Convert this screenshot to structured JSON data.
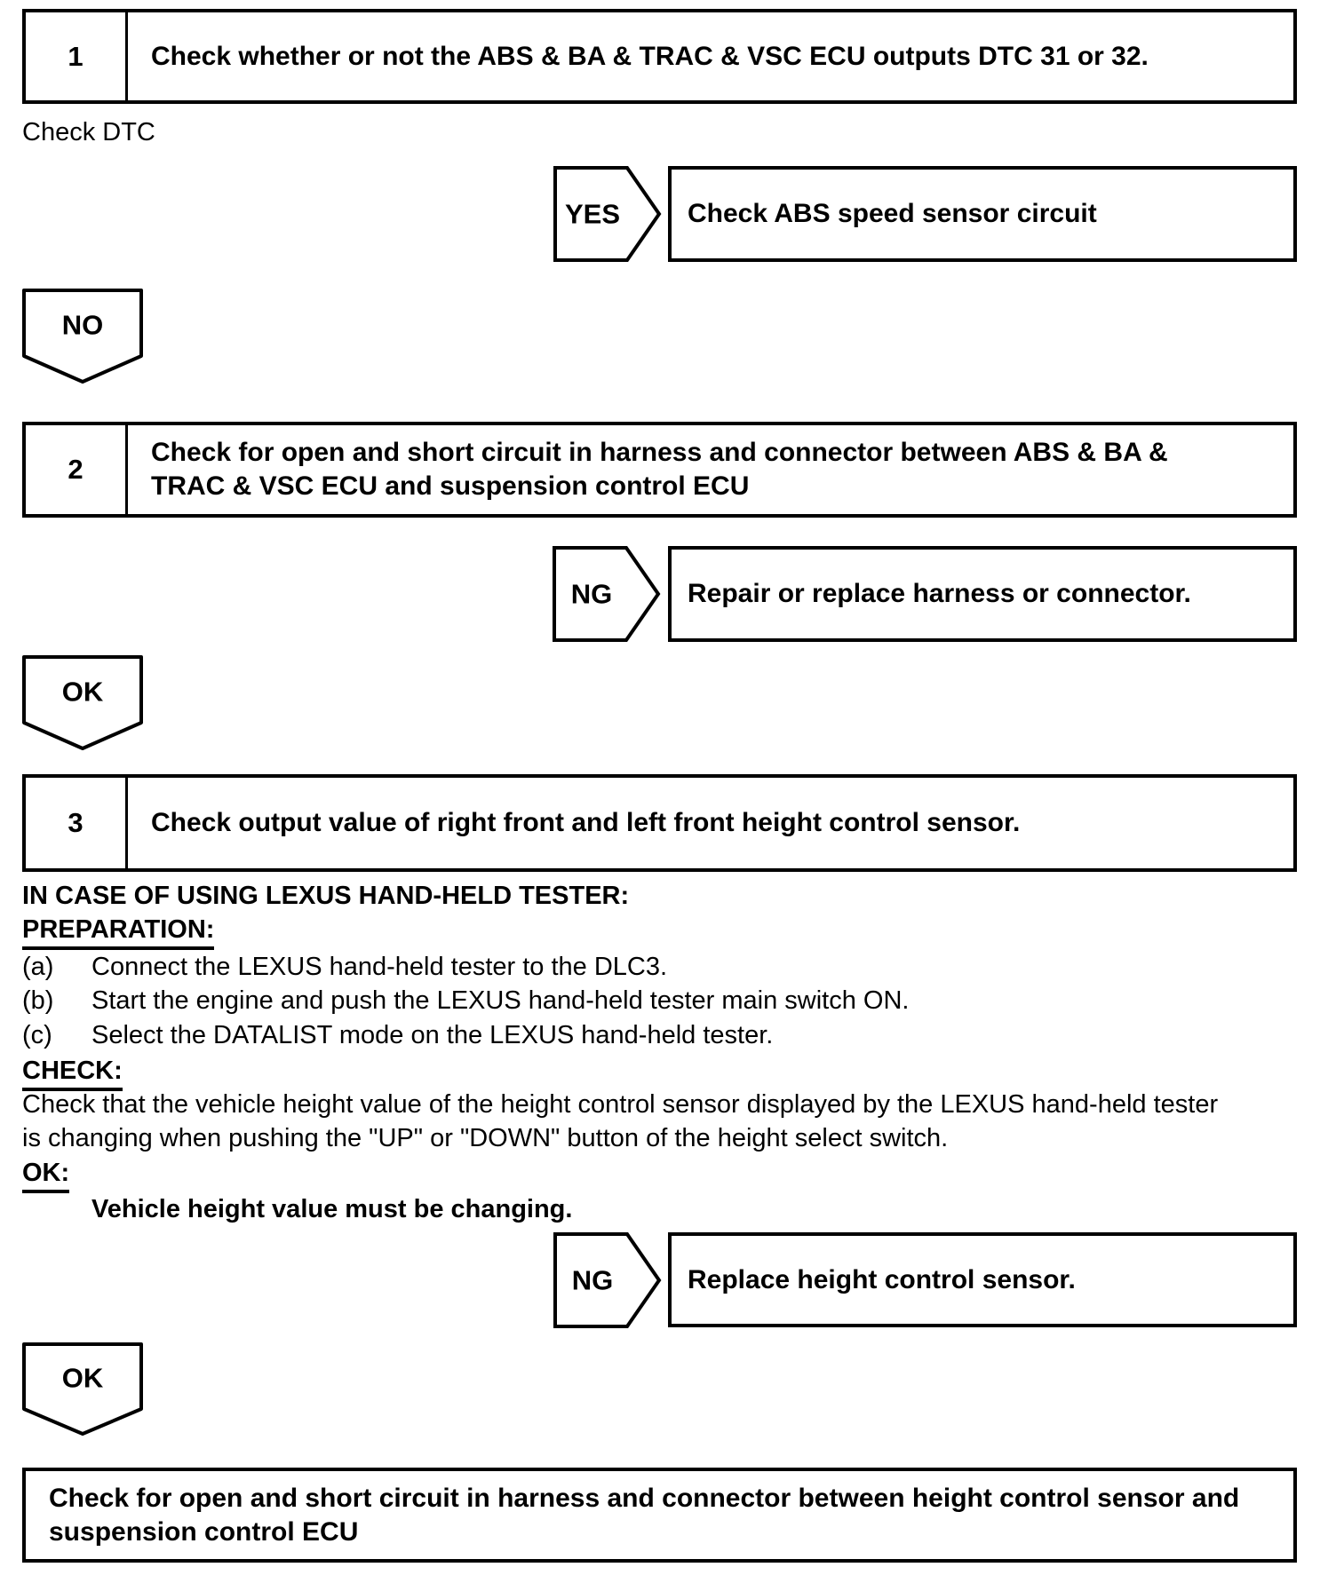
{
  "page": {
    "background": "#ffffff",
    "ink": "#000000"
  },
  "step1": {
    "number": "1",
    "title": "Check whether or not the ABS & BA & TRAC & VSC ECU outputs DTC 31 or 32."
  },
  "check_dtc_label": "Check DTC",
  "branch_yes": {
    "connector": "YES",
    "result": "Check ABS speed sensor circuit"
  },
  "connector_no": "NO",
  "step2": {
    "number": "2",
    "lines": [
      "Check for open and short circuit in harness and connector between ABS & BA &",
      "TRAC & VSC ECU and suspension control ECU"
    ]
  },
  "branch_ng1": {
    "connector": "NG",
    "result": "Repair or replace harness or connector."
  },
  "connector_ok1": "OK",
  "step3": {
    "number": "3",
    "title": "Check output value of right front and left front height control sensor."
  },
  "instructions": {
    "heading": "IN CASE OF USING LEXUS HAND-HELD TESTER:",
    "preparation_label": "PREPARATION:",
    "prep_steps": [
      {
        "label": "(a)",
        "text": "Connect the LEXUS hand-held tester to the DLC3."
      },
      {
        "label": "(b)",
        "text": "Start the engine and push the LEXUS hand-held tester main switch ON."
      },
      {
        "label": "(c)",
        "text": "Select the DATALIST mode on the LEXUS hand-held tester."
      }
    ],
    "check_label": "CHECK:",
    "check_lines": [
      "Check that the vehicle height value of the height control sensor displayed by the LEXUS hand-held tester",
      "is changing when pushing the \"UP\" or \"DOWN\" button of the height select switch."
    ],
    "ok_label": "OK:",
    "ok_requirement": "Vehicle height value must be changing."
  },
  "branch_ng2": {
    "connector": "NG",
    "result": "Replace height control sensor."
  },
  "connector_ok2": "OK",
  "final_box": {
    "lines": [
      "Check for open and short circuit in harness and connector between height control sensor and",
      "suspension control ECU"
    ]
  }
}
